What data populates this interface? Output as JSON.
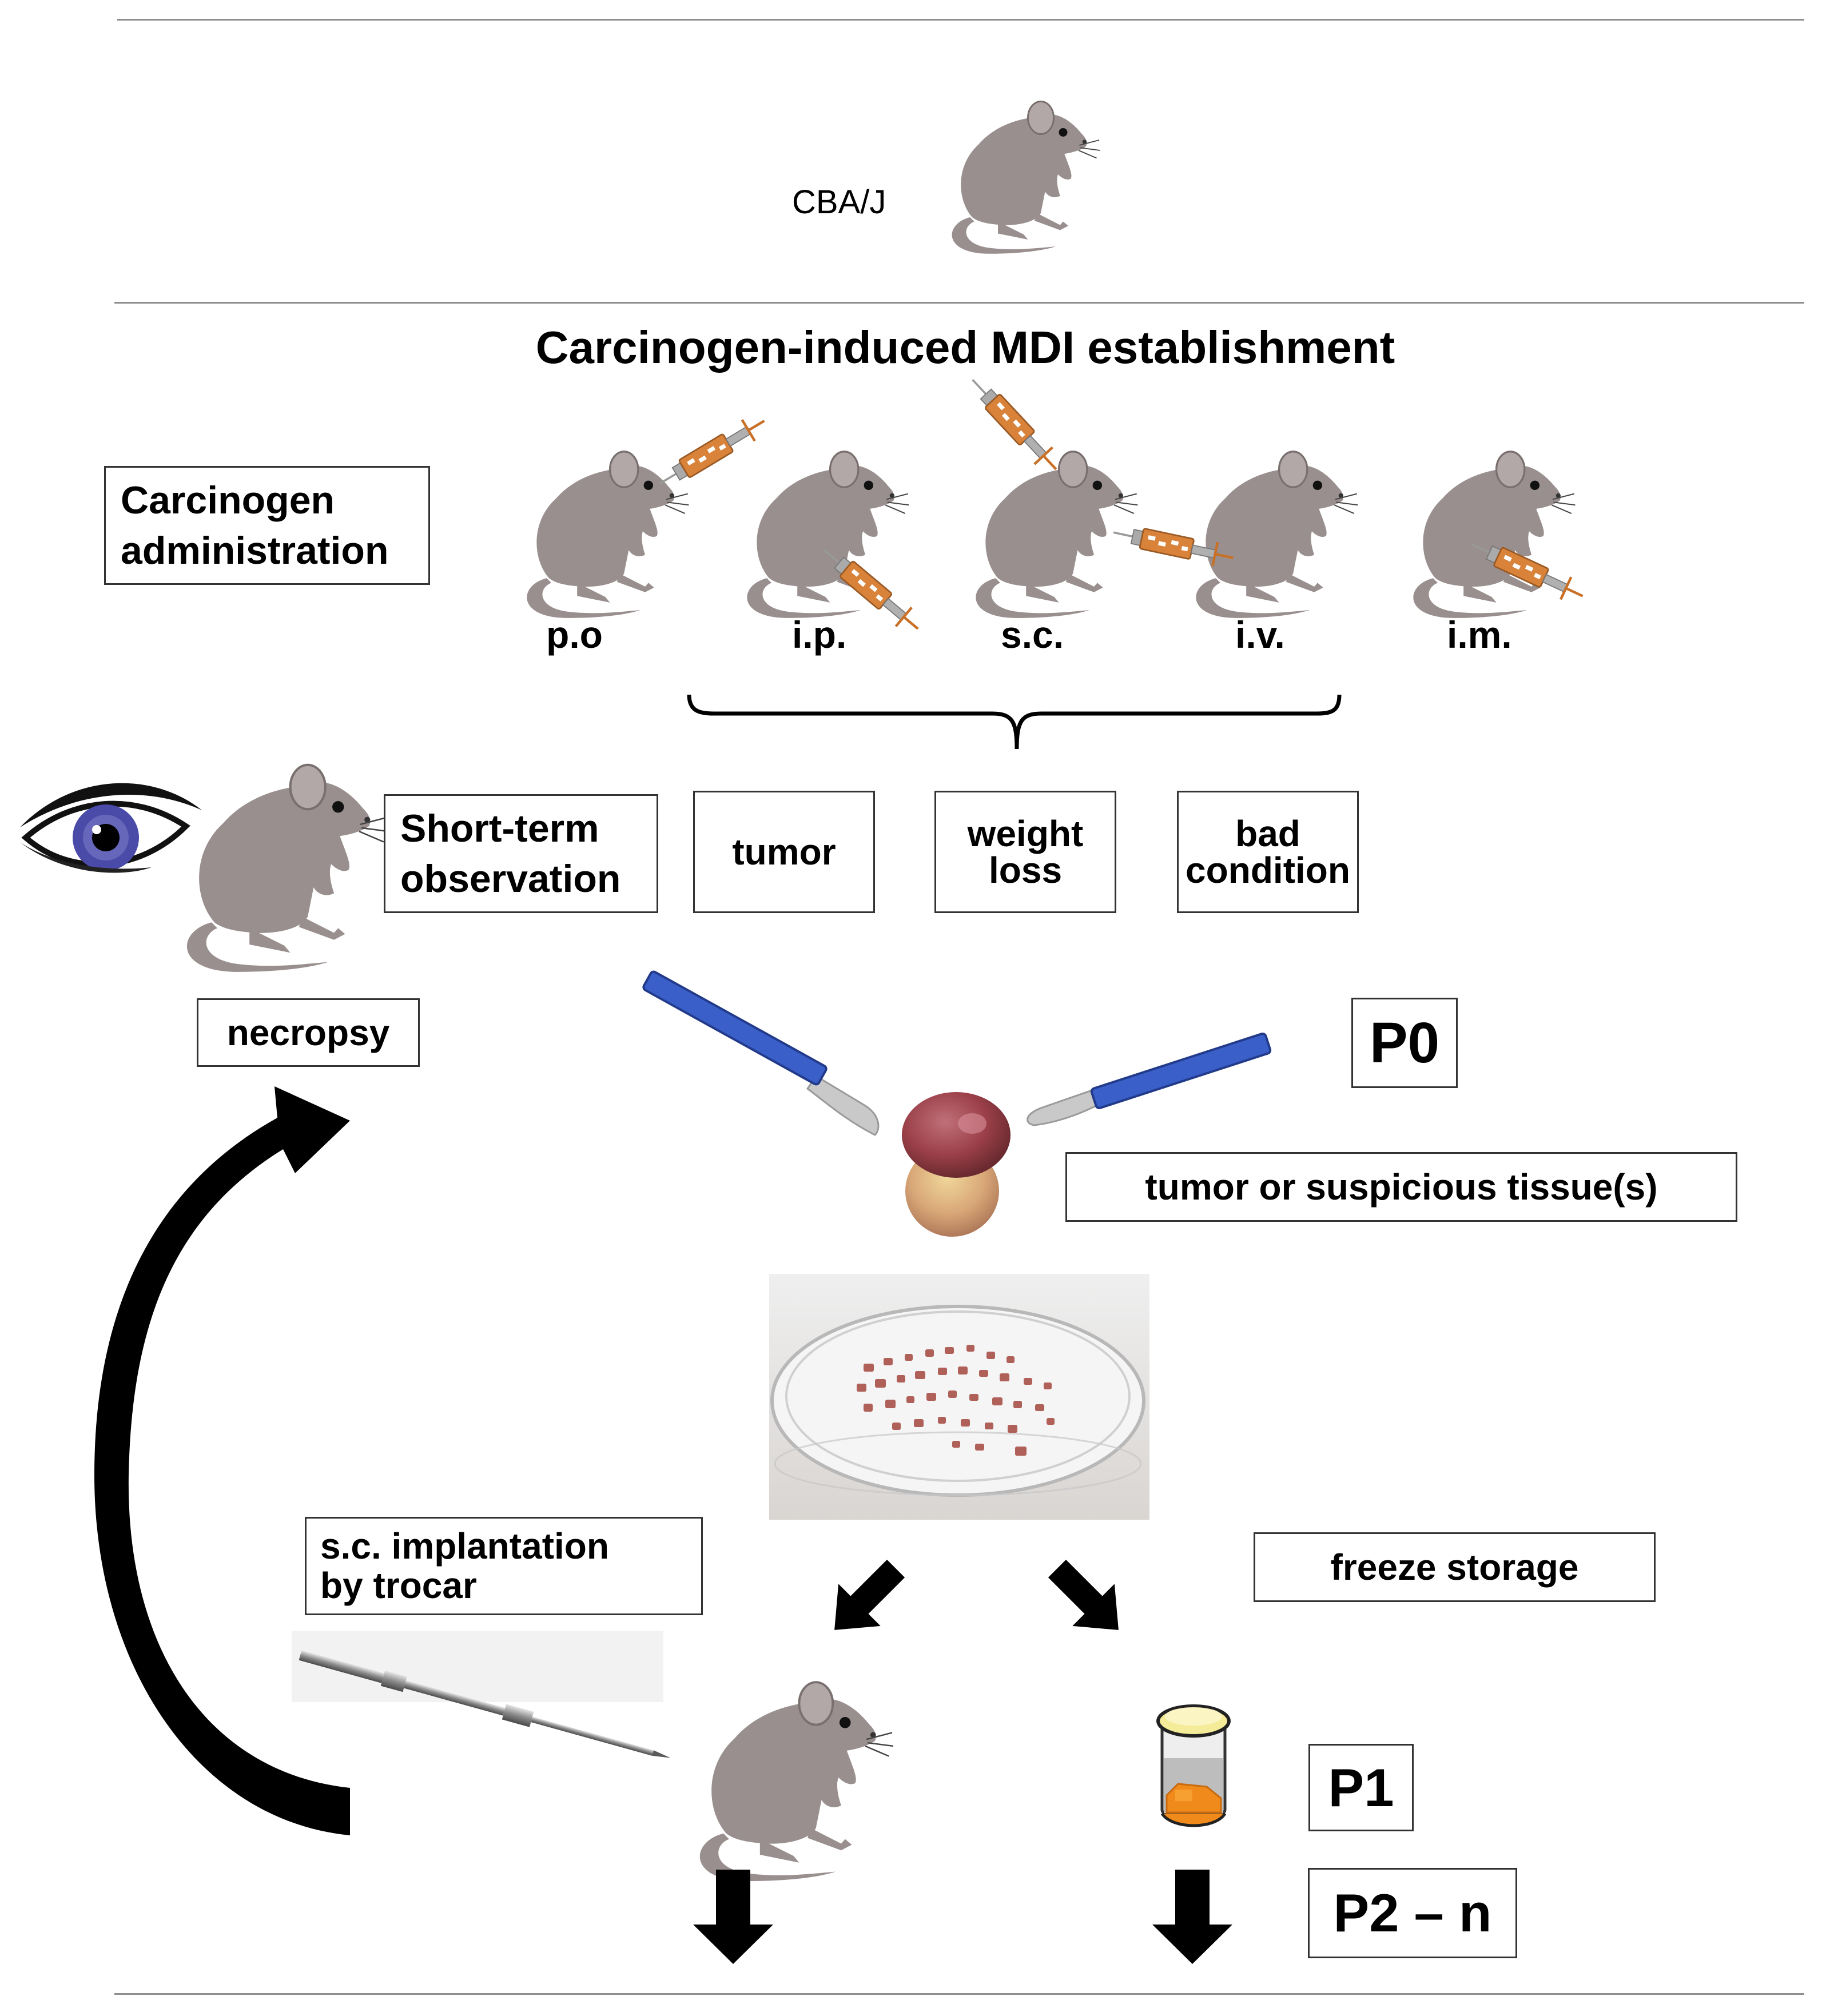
{
  "strain": "CBA/J",
  "title": "Carcinogen-induced MDI establishment",
  "administration": {
    "label": "Carcinogen\nadministration",
    "routes": [
      "p.o",
      "i.p.",
      "s.c.",
      "i.v.",
      "i.m."
    ]
  },
  "observation": {
    "label": "Short-term\nobservation",
    "criteria": [
      "tumor",
      "weight\nloss",
      "bad\ncondition"
    ]
  },
  "necropsy": "necropsy",
  "passages": {
    "p0": "P0",
    "p1": "P1",
    "p2n": "P2 – n"
  },
  "tissue": "tumor or suspicious tissue(s)",
  "implantation": "s.c. implantation\nby trocar",
  "storage": "freeze storage",
  "colors": {
    "mouse": "#9a8f8f",
    "syringe": "#d8823a",
    "scalpel_handle": "#3a5fc8",
    "iris": "#4a4aa8",
    "tube_content": "#f08a1a",
    "tube_lid": "#f5ec9a"
  },
  "icons": [
    "mouse-icon",
    "syringe-icon",
    "eye-icon",
    "scalpel-icon",
    "tissue-icon",
    "petri-dish-icon",
    "trocar-icon",
    "cryo-tube-icon",
    "curved-arrow-icon",
    "down-arrow-icon"
  ]
}
